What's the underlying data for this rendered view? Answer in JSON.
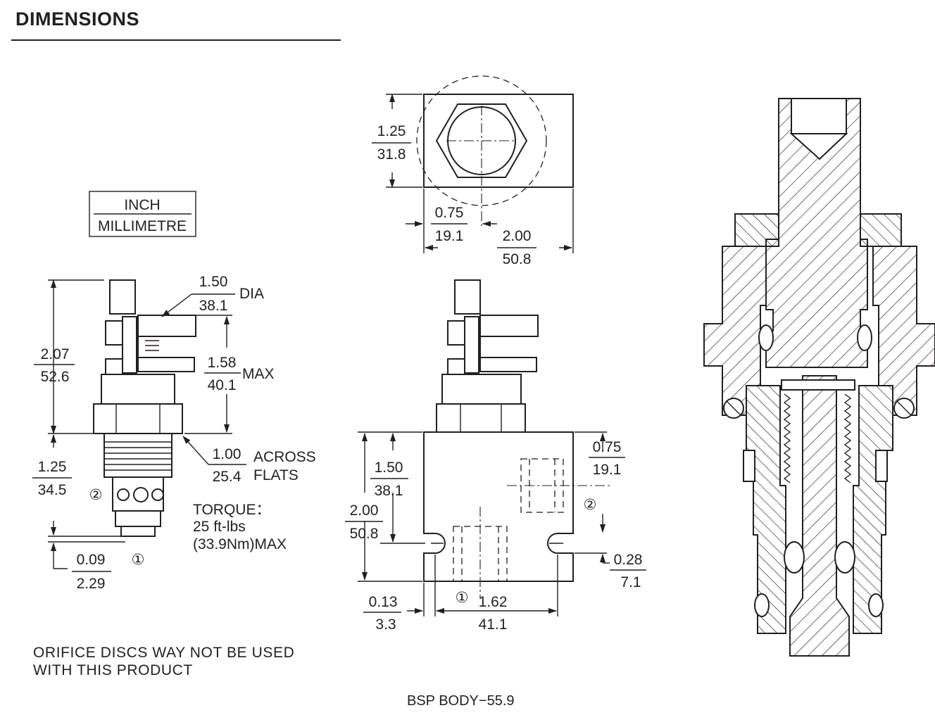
{
  "heading": "DIMENSIONS",
  "unit_legend": {
    "top": "INCH",
    "bottom": "MILLIMETRE"
  },
  "top_view": {
    "height_in": "1.25",
    "height_mm": "31.8",
    "offset_in": "0.75",
    "offset_mm": "19.1",
    "width_in": "2.00",
    "width_mm": "50.8"
  },
  "side_view": {
    "dia_in": "1.50",
    "dia_mm": "38.1",
    "dia_suffix": "DIA",
    "overall_in": "2.07",
    "overall_mm": "52.6",
    "max_in": "1.58",
    "max_mm": "40.1",
    "max_suffix": "MAX",
    "flats_in": "1.00",
    "flats_mm": "25.4",
    "flats_suffix_1": "ACROSS",
    "flats_suffix_2": "FLATS",
    "thread_in": "1.25",
    "thread_mm": "34.5",
    "tip_in": "0.09",
    "tip_mm": "2.29",
    "port_1": "①",
    "port_2": "②",
    "torque_1": "TORQUE：",
    "torque_2": "25 ft-lbs",
    "torque_3": "(33.9Nm)MAX"
  },
  "front_view": {
    "port2_height_in": "1.50",
    "port2_height_mm": "38.1",
    "body_height_in": "2.00",
    "body_height_mm": "50.8",
    "port2_offset_in": "0.75",
    "port2_offset_mm": "19.1",
    "mount_in": "0.28",
    "mount_mm": "7.1",
    "edge_in": "0.13",
    "edge_mm": "3.3",
    "holes_in": "1.62",
    "holes_mm": "41.1",
    "port_1": "①",
    "port_2": "②"
  },
  "note": {
    "line_1": "ORIFICE  DISCS  WAY NOT  BE  USED",
    "line_2": "WITH  THIS  PRODUCT"
  },
  "footer": "BSP BODY−55.9"
}
